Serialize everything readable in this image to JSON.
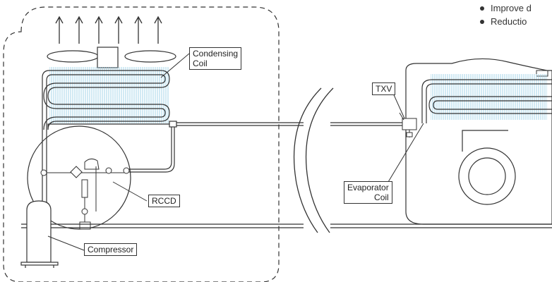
{
  "labels": {
    "condensing_coil": [
      "Condensing",
      "Coil"
    ],
    "txv": "TXV",
    "rccd": "RCCD",
    "compressor": "Compressor",
    "evaporator_coil": [
      "Evaporator",
      "Coil"
    ]
  },
  "bullets": [
    "Improve d",
    "Reductio"
  ],
  "colors": {
    "line": "#333333",
    "coil_highlight": "#9ad0e8",
    "background": "#ffffff"
  }
}
